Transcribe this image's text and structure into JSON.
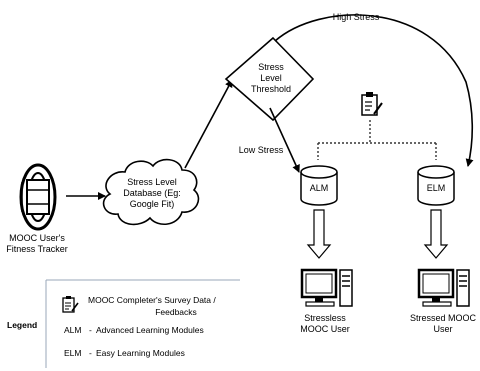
{
  "nodes": {
    "tracker": {
      "line1": "MOOC User's",
      "line2": "Fitness Tracker"
    },
    "database": {
      "line1": "Stress Level",
      "line2": "Database (Eg:",
      "line3": "Google Fit)"
    },
    "threshold": {
      "line1": "Stress",
      "line2": "Level",
      "line3": "Threshold"
    },
    "alm": {
      "label": "ALM"
    },
    "elm": {
      "label": "ELM"
    },
    "stressless_user": {
      "line1": "Stressless",
      "line2": "MOOC User"
    },
    "stressed_user": {
      "line1": "Stressed MOOC",
      "line2": "User"
    }
  },
  "edges": {
    "high_stress": "High Stress",
    "low_stress": "Low Stress"
  },
  "legend": {
    "title": "Legend",
    "survey_line1": "MOOC Completer's Survey Data /",
    "survey_line2": "Feedbacks",
    "alm_abbr": "ALM",
    "alm_dash": "-",
    "alm_desc": "Advanced Learning Modules",
    "elm_abbr": "ELM",
    "elm_dash": "-",
    "elm_desc": "Easy Learning Modules"
  },
  "icons": [
    "fitness-tracker-icon",
    "clipboard-icon",
    "computer-icon"
  ],
  "colors": {
    "stroke": "#000000",
    "legend_border": "#9aa7b8",
    "dotted": "#333333"
  }
}
